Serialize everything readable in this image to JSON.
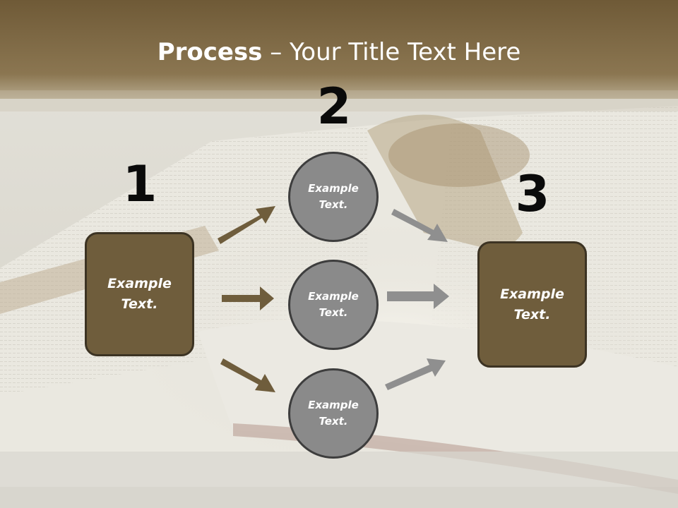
{
  "title": {
    "bold": "Process",
    "rest": " – Your Title Text Here"
  },
  "numbers": [
    "1",
    "2",
    "3"
  ],
  "left_box": "Example Text.",
  "circles": [
    "Example Text.",
    "Example Text.",
    "Example Text."
  ],
  "right_box": "Example Text.",
  "colors": {
    "brown": "#6f5d3c",
    "gray": "#8a8a8a"
  }
}
